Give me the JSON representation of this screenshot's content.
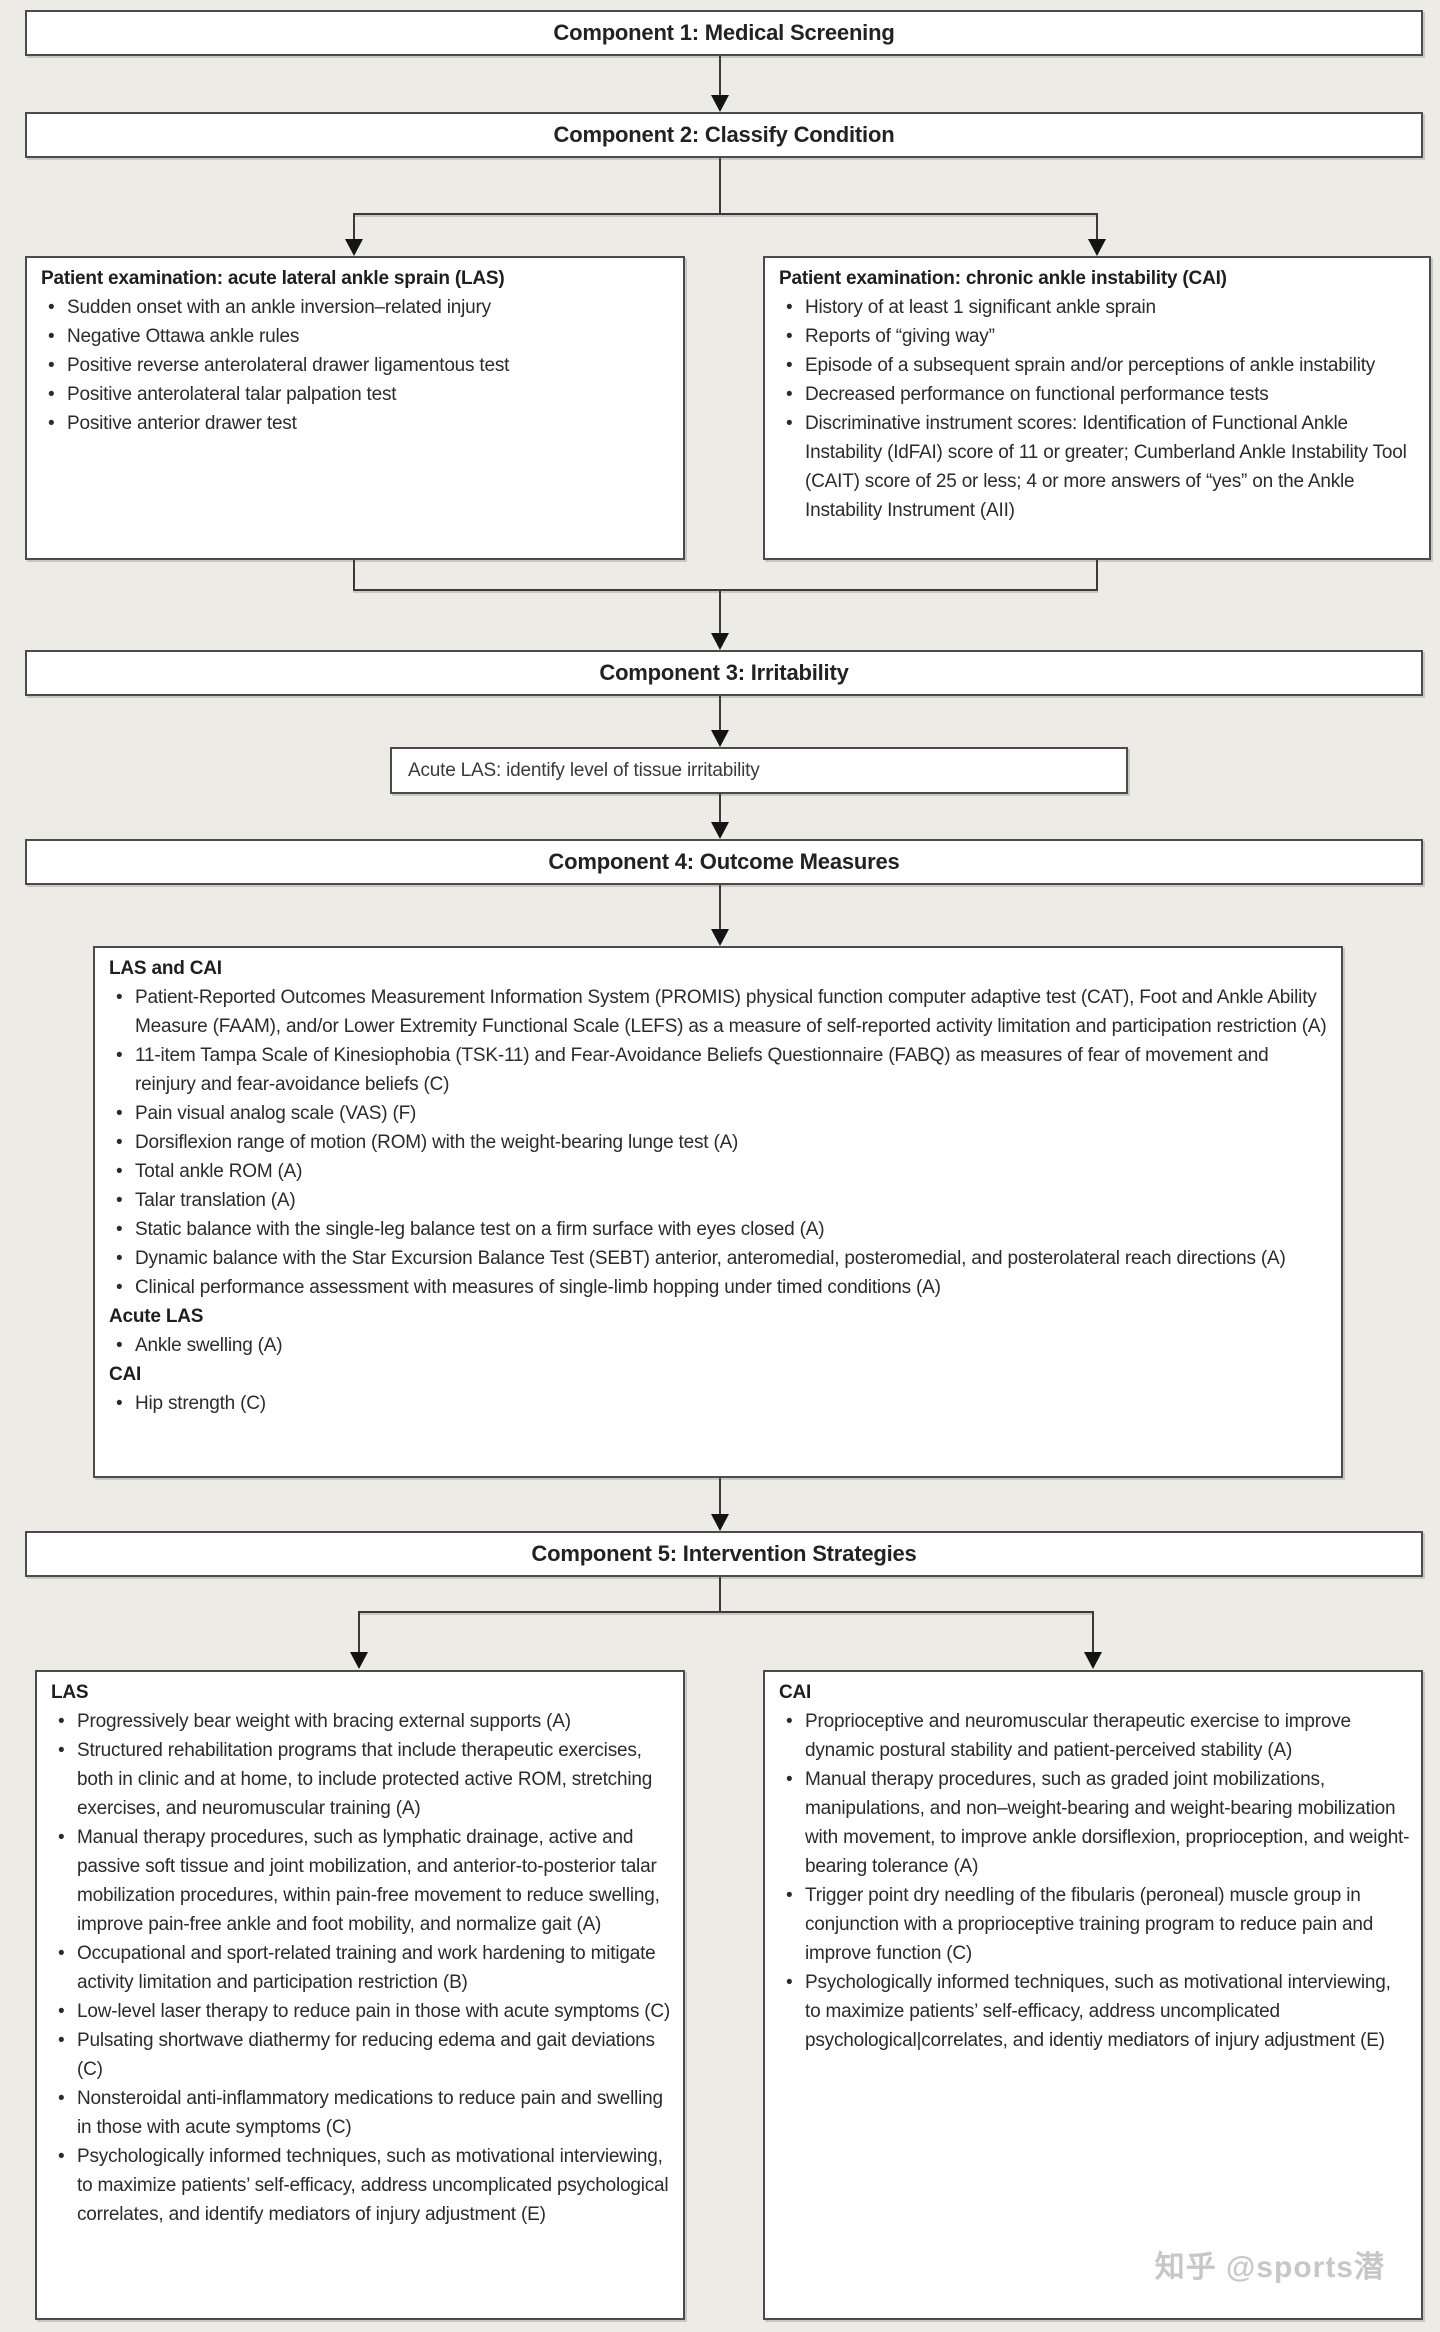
{
  "palette": {
    "background": "#edebe6",
    "box_fill": "#ffffff",
    "border": "#4b4b4b",
    "line": "#3a3a3a",
    "text": "#2b2b2b",
    "watermark": "#c7c7c7"
  },
  "headers": {
    "c1": "Component 1: Medical Screening",
    "c2": "Component 2: Classify Condition",
    "c3": "Component 3: Irritability",
    "c4": "Component 4: Outcome Measures",
    "c5": "Component 5: Intervention Strategies"
  },
  "exam_las": {
    "title": "Patient examination: acute lateral ankle sprain (LAS)",
    "bullets": [
      "Sudden onset with an ankle inversion–related injury",
      "Negative Ottawa ankle rules",
      "Positive reverse anterolateral drawer ligamentous test",
      "Positive anterolateral talar palpation test",
      "Positive anterior drawer test"
    ]
  },
  "exam_cai": {
    "title": "Patient examination: chronic ankle instability (CAI)",
    "bullets": [
      "History of at least 1 significant ankle sprain",
      "Reports of “giving way”",
      "Episode of a subsequent sprain and/or perceptions of ankle instability",
      "Decreased performance on functional performance tests",
      "Discriminative instrument scores: Identification of Functional Ankle Instability (IdFAI) score of 11 or greater; Cumberland Ankle Instability Tool (CAIT) score of 25 or less; 4 or more answers of “yes” on the Ankle Instability Instrument (AII)"
    ]
  },
  "irritability_note": "Acute LAS: identify level of tissue irritability",
  "outcomes": {
    "sections": [
      {
        "heading": "LAS and CAI",
        "bullets": [
          "Patient-Reported Outcomes Measurement Information System (PROMIS) physical function computer adaptive test (CAT), Foot and Ankle Ability Measure (FAAM), and/or Lower Extremity Functional Scale (LEFS) as a measure of self-reported activity limitation and participation restriction (A)",
          "11-item Tampa Scale of Kinesiophobia (TSK-11) and Fear-Avoidance Beliefs Questionnaire (FABQ) as measures of fear of movement and reinjury and fear-avoidance beliefs (C)",
          "Pain visual analog scale (VAS) (F)",
          "Dorsiflexion range of motion (ROM) with the weight-bearing lunge test (A)",
          "Total ankle ROM (A)",
          "Talar translation (A)",
          "Static balance with the single-leg balance test on a firm surface with eyes closed (A)",
          "Dynamic balance with the Star Excursion Balance Test (SEBT) anterior, anteromedial, posteromedial, and posterolateral reach directions (A)",
          "Clinical performance assessment with measures of single-limb hopping under timed conditions (A)"
        ]
      },
      {
        "heading": "Acute LAS",
        "bullets": [
          "Ankle swelling (A)"
        ]
      },
      {
        "heading": "CAI",
        "bullets": [
          "Hip strength (C)"
        ]
      }
    ]
  },
  "interventions_las": {
    "title": "LAS",
    "bullets": [
      "Progressively bear weight with bracing external supports (A)",
      "Structured rehabilitation programs that include therapeutic exercises, both in clinic and at home, to include protected active ROM, stretching exercises, and neuromuscular training (A)",
      "Manual therapy procedures, such as lymphatic drainage, active and passive soft tissue and joint mobilization, and anterior-to-posterior talar mobilization procedures, within pain-free movement to reduce swelling, improve pain-free ankle and foot mobility, and normalize gait (A)",
      "Occupational and sport-related training and work hardening to mitigate activity limitation and participation restriction (B)",
      "Low-level laser therapy to reduce pain in those with acute symptoms (C)",
      "Pulsating shortwave diathermy for reducing edema and gait deviations (C)",
      "Nonsteroidal anti-inflammatory medications to reduce pain and swelling in those with acute symptoms (C)",
      "Psychologically informed techniques, such as motivational interviewing, to maximize patients’ self-efficacy, address uncomplicated psychological correlates, and identify mediators of injury adjustment (E)"
    ]
  },
  "interventions_cai": {
    "title": "CAI",
    "bullets": [
      "Proprioceptive and neuromuscular therapeutic exercise to improve dynamic postural stability and patient-perceived stability (A)",
      "Manual therapy procedures, such as graded joint mobilizations, manipulations, and non–weight-bearing and weight-bearing mobilization with movement, to improve ankle dorsiflexion, proprioception, and weight-bearing tolerance (A)",
      "Trigger point dry needling of the fibularis (peroneal) muscle group in conjunction with a proprioceptive training program to reduce pain and improve function (C)",
      "Psychologically informed techniques, such as motivational interviewing, to maximize patients’ self-efficacy, address uncomplicated psychological|correlates, and identiy mediators of injury adjustment (E)"
    ]
  },
  "watermark": "知乎 @sports潜"
}
